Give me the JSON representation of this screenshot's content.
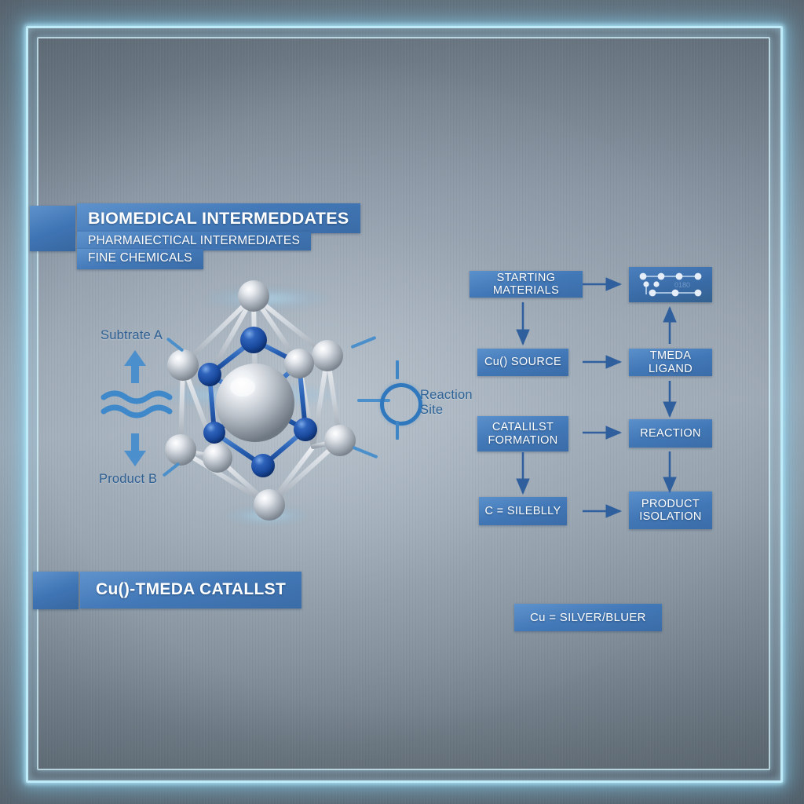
{
  "title": {
    "line1": "BIOMEDICAL INTERMEDDATES",
    "line2": "PHARMAIECTICAL INTERMEDIATES",
    "line3": "FINE CHEMICALS"
  },
  "caption": {
    "text": "Cu()-TMEDA CATALLST"
  },
  "legend": {
    "text": "Cu = SILVER/BLUER"
  },
  "molecule": {
    "label_substrate": "Subtrate A",
    "label_product": "Product B",
    "label_site_line1": "Reaction",
    "label_site_line2": "Site"
  },
  "flowchart": {
    "nodes": [
      {
        "id": "starting-materials",
        "label": "STARTING MATERIALS"
      },
      {
        "id": "structure-thumb",
        "label": ""
      },
      {
        "id": "cu-source",
        "label": "Cu() SOURCE"
      },
      {
        "id": "tmeda-ligand",
        "label": "TMEDA LIGAND"
      },
      {
        "id": "catalyst-formation",
        "label": "CATALILST\nFORMATION"
      },
      {
        "id": "reaction",
        "label": "REACTION"
      },
      {
        "id": "c-silebly",
        "label": "C = SILEBLLY"
      },
      {
        "id": "product-isolation",
        "label": "PRODUCT\nISOLATION"
      }
    ]
  },
  "colors": {
    "box_blue": "#4278b7",
    "accent_blue": "#4b8fcb",
    "arrow_blue": "#2f5f9c",
    "frame_cyan": "#bfeaf7",
    "label_text": "#2d5f93",
    "atom_blue": "#1f4fa0",
    "atom_silver": "#c8ccd2"
  }
}
